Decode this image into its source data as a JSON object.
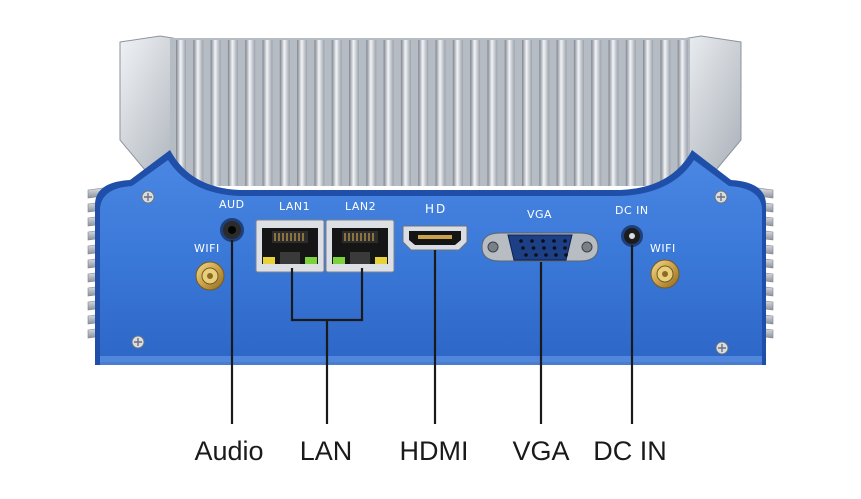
{
  "device": {
    "port_labels": {
      "aud": "AUD",
      "lan1": "LAN1",
      "lan2": "LAN2",
      "hd": "HD",
      "vga": "VGA",
      "dc_in": "DC IN",
      "wifi_left": "WIFI",
      "wifi_right": "WIFI"
    },
    "colors": {
      "panel_blue": "#3a78d8",
      "panel_blue_dark": "#1f4fa8",
      "heatsink_light": "#e6e9ee",
      "heatsink_dark": "#8c939c",
      "antenna_gold": "#c9a24a",
      "lan_led_yellow": "#e8d23a",
      "lan_led_green": "#7cd23a"
    },
    "icons": [
      "antenna-connector-icon",
      "audio-jack-icon",
      "rj45-port-icon",
      "hdmi-port-icon",
      "vga-port-icon",
      "dc-jack-icon",
      "screw-icon"
    ]
  },
  "callouts": {
    "audio": "Audio",
    "lan": "LAN",
    "hdmi": "HDMI",
    "vga": "VGA",
    "dc_in": "DC IN"
  }
}
